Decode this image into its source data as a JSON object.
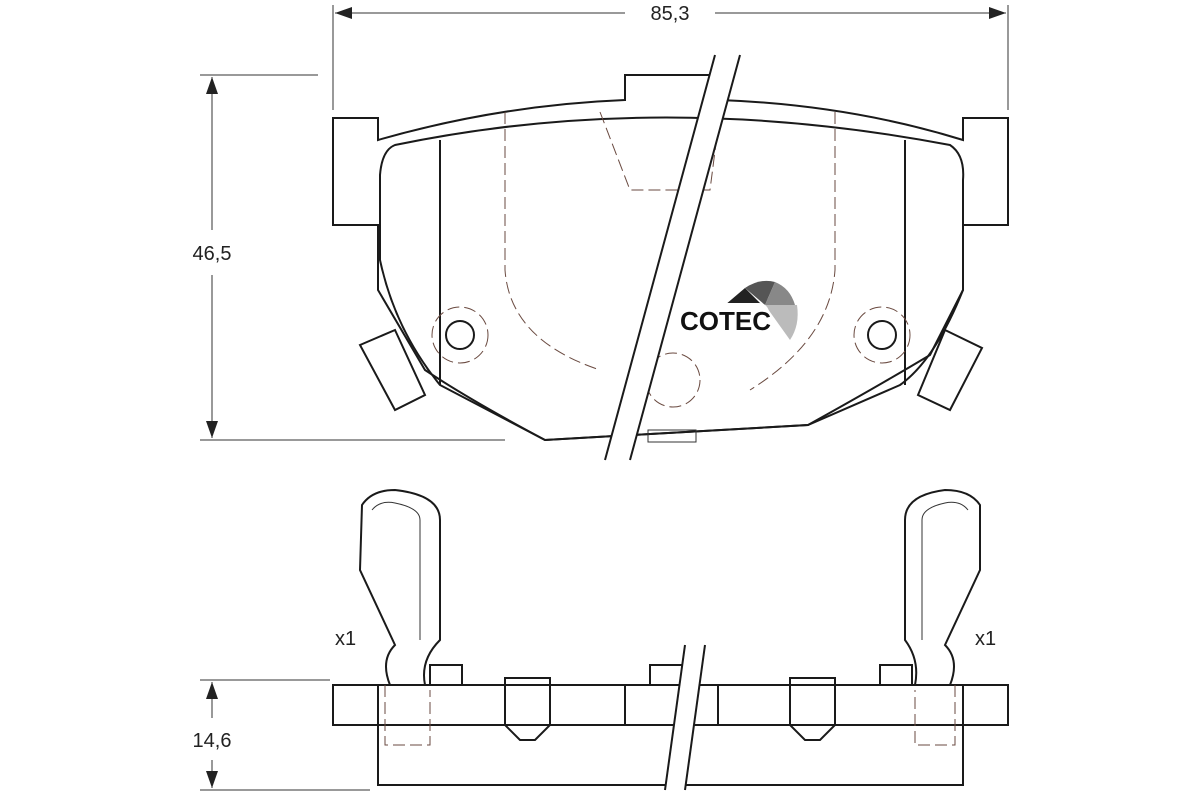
{
  "dimensions": {
    "width": "85,3",
    "height": "46,5",
    "thickness": "14,6"
  },
  "quantities": {
    "left_clip": "x1",
    "right_clip": "x1"
  },
  "logo": {
    "text": "COTEC"
  },
  "colors": {
    "friction_material": "#f2b49e",
    "outline": "#1a1a1a",
    "background": "#ffffff"
  }
}
